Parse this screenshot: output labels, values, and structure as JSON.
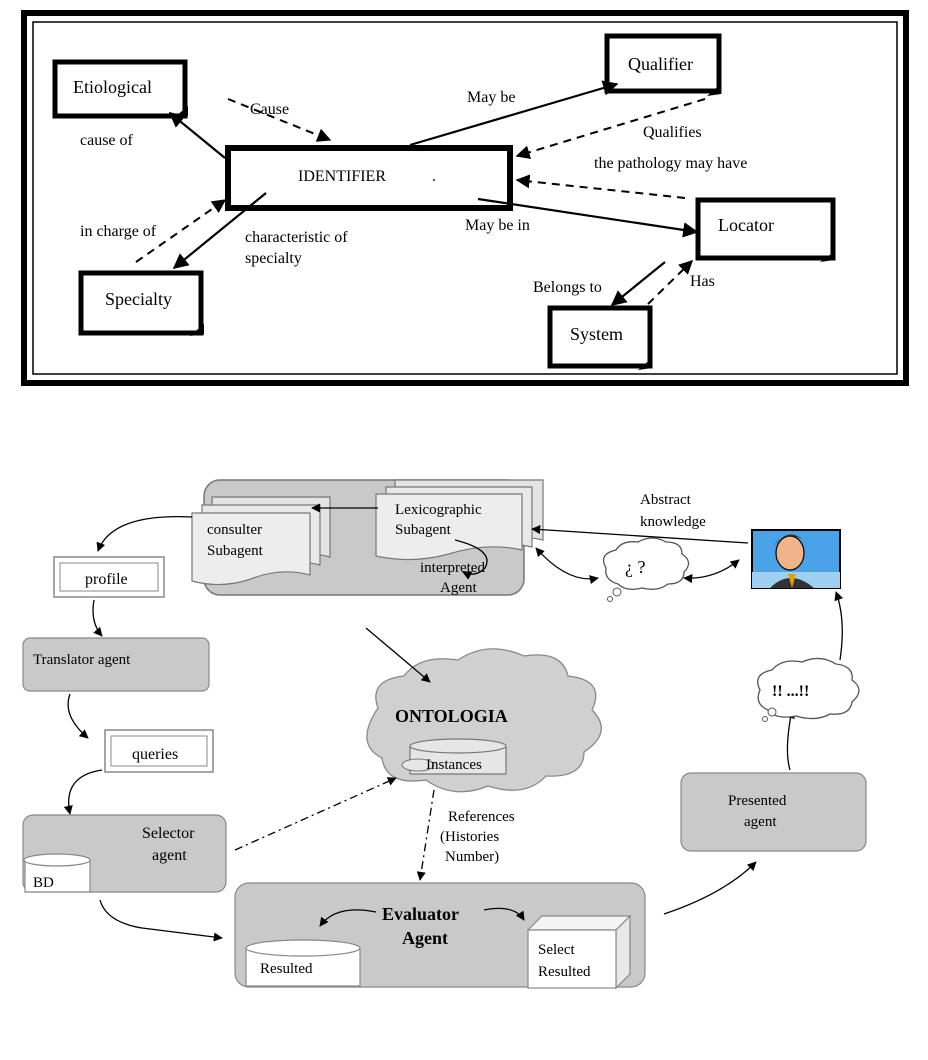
{
  "top_diagram": {
    "nodes": {
      "etiological": "Etiological",
      "identifier": "IDENTIFIER",
      "identifier_dot": ".",
      "qualifier": "Qualifier",
      "locator": "Locator",
      "specialty": "Specialty",
      "system": "System"
    },
    "edges": {
      "cause": "Cause",
      "cause_of": "cause of",
      "may_be": "May be",
      "qualifies": "Qualifies",
      "pathology_may_have": "the pathology may have",
      "may_be_in": "May be in",
      "in_charge_of": "in charge of",
      "characteristic_of": "characteristic of",
      "specialty_label": "specialty",
      "belongs_to": "Belongs to",
      "has": "Has"
    }
  },
  "bottom_diagram": {
    "consulter": [
      "consulter",
      "Subagent"
    ],
    "lexicographic": [
      "Lexicographic",
      "Subagent"
    ],
    "interpreted": [
      "interpreted",
      "Agent"
    ],
    "abstract": [
      "Abstract",
      "knowledge"
    ],
    "question_bubble": "¿ ?",
    "profile": "profile",
    "translator": "Translator agent",
    "queries": "queries",
    "ontologia": "ONTOLOGIA",
    "instances": "Instances",
    "references": [
      "References",
      "(Histories",
      "Number)"
    ],
    "selector": [
      "Selector",
      "agent"
    ],
    "bd": "BD",
    "evaluator": [
      "Evaluator",
      "Agent"
    ],
    "resulted": "Resulted",
    "select_resulted": [
      "Select",
      "Resulted"
    ],
    "presented": [
      "Presented",
      "agent"
    ],
    "exclaim_bubble": "!! ...!!"
  }
}
